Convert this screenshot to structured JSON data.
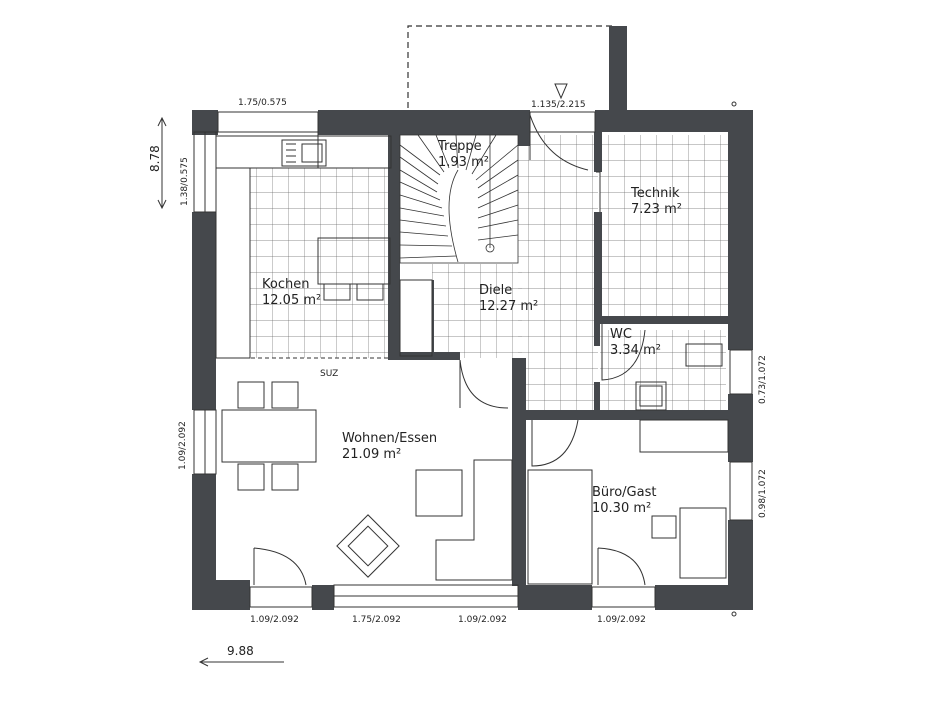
{
  "rooms": {
    "kochen": {
      "name": "Kochen",
      "area": "12.05 m²"
    },
    "treppe": {
      "name": "Treppe",
      "area": "1.93 m²"
    },
    "diele": {
      "name": "Diele",
      "area": "12.27 m²"
    },
    "technik": {
      "name": "Technik",
      "area": "7.23 m²"
    },
    "wc": {
      "name": "WC",
      "area": "3.34 m²"
    },
    "wohnen": {
      "name": "Wohnen/Essen",
      "area": "21.09 m²"
    },
    "buero": {
      "name": "Büro/Gast",
      "area": "10.30 m²"
    }
  },
  "labels": {
    "suz": "SUZ"
  },
  "dimensions": {
    "total_width": "9.88",
    "total_depth": "8.78",
    "top_window": "1.75/0.575",
    "entrance": "1.135/2.215",
    "left_top_window": "1.38/0.575",
    "left_mid_window": "1.09/2.092",
    "right_wc_window": "0.73/1.072",
    "right_office_window": "0.98/1.072",
    "bottom_1": "1.09/2.092",
    "bottom_2": "1.75/2.092",
    "bottom_3": "1.09/2.092",
    "bottom_4": "1.09/2.092"
  },
  "colors": {
    "wall": "#45484c",
    "tile_grid": "#555555",
    "line": "#333333"
  }
}
